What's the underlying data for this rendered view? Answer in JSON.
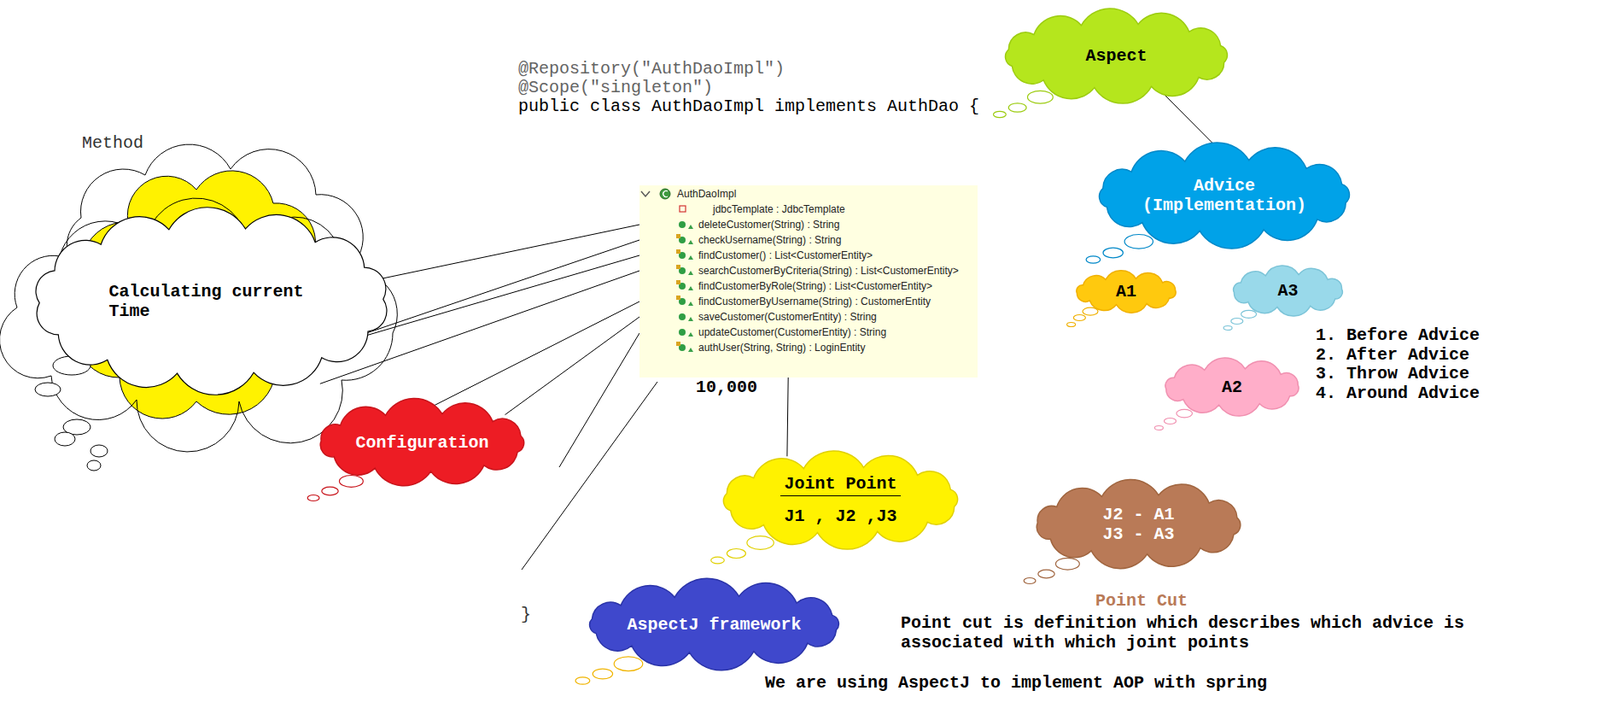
{
  "diagram": {
    "nodes": [
      {
        "text": [
          "Calculating current Time"
        ]
      },
      {
        "text": [
          "Configuration"
        ]
      },
      {
        "text": [
          "AuthDaoImpl",
          "jdbcTemplate : JdbcTemplate",
          "deleteCustomer(String) : String",
          "checkUsername(String) : String",
          "findCustomer() : List<CustomerEntity>",
          "searchCustomerByCriteria(String) : List<CustomerEntity>",
          "findCustomerByRole(String) : List<CustomerEntity>",
          "findCustomerByUsername(String) : CustomerEntity",
          "saveCustomer(CustomerEntity) : String",
          "updateCustomer(CustomerEntity) : String",
          "authUser(String, String) : LoginEntity"
        ]
      },
      {
        "text": [
          "Joint Point",
          "J1 , J2 ,J3"
        ]
      },
      {
        "text": [
          "AspectJ framework"
        ]
      },
      {
        "text": [
          "Aspect"
        ]
      },
      {
        "text": [
          "Advice (Implementation)"
        ]
      },
      {
        "text": [
          "A1"
        ]
      },
      {
        "text": [
          "A3"
        ]
      },
      {
        "text": [
          "A2"
        ]
      },
      {
        "text": [
          "J2 - A1",
          "J3 - A3"
        ]
      }
    ],
    "edges": [
      {
        "from": 0,
        "to": 2,
        "arrow": "none"
      },
      {
        "from": 0,
        "to": 2,
        "arrow": "none"
      },
      {
        "from": 0,
        "to": 2,
        "arrow": "none"
      },
      {
        "from": 0,
        "to": 2,
        "arrow": "none"
      },
      {
        "from": 1,
        "to": 2,
        "arrow": "none"
      },
      {
        "from": 1,
        "to": 2,
        "arrow": "none"
      },
      {
        "from": 2,
        "to": 3,
        "arrow": "none"
      },
      {
        "from": 5,
        "to": 6,
        "arrow": "none"
      }
    ],
    "labels": [
      "@Repository(\"AuthDaoImpl\")",
      "@Scope(\"singleton\")",
      "public class AuthDaoImpl implements AuthDao {",
      "Method",
      "10,000",
      "1. Before Advice",
      "2. After Advice",
      "3. Throw Advice",
      "4. Around Advice",
      "}",
      "Point Cut",
      "Point cut is definition which describes which advice is associated with which joint points",
      "We are using AspectJ to implement AOP with spring"
    ]
  }
}
